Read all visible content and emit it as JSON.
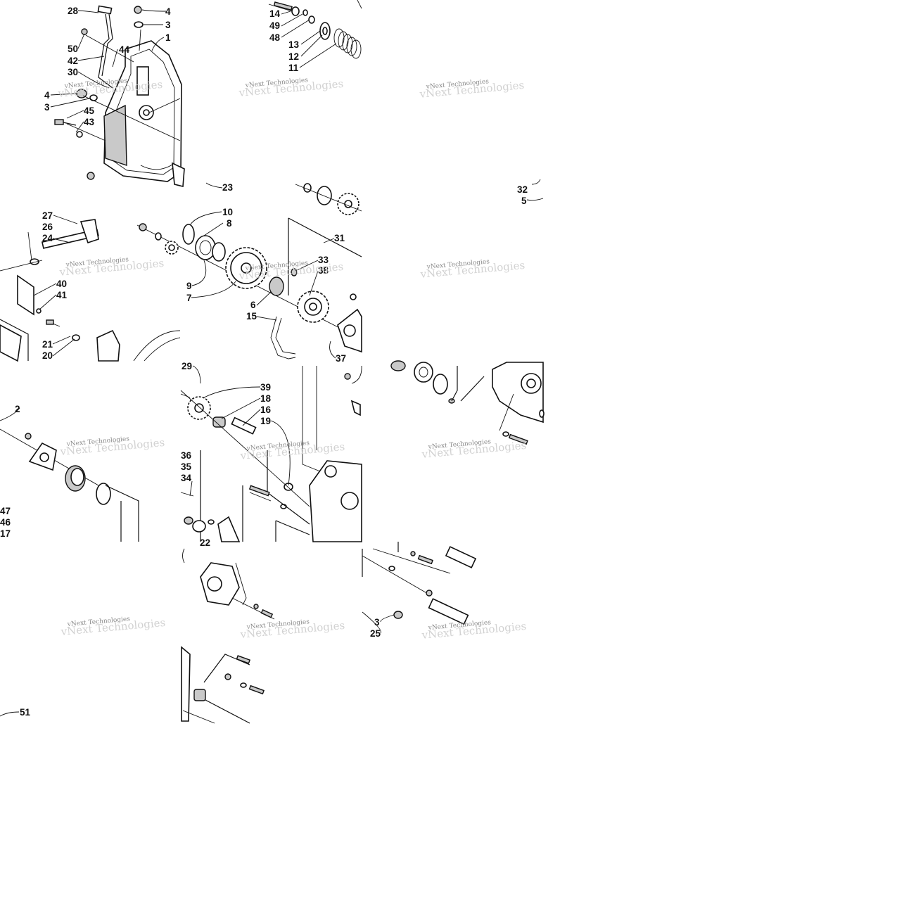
{
  "diagram": {
    "labels": [
      "28",
      "4",
      "3",
      "1",
      "50",
      "44",
      "42",
      "30",
      "4",
      "3",
      "45",
      "43",
      "14",
      "49",
      "48",
      "13",
      "12",
      "11",
      "23",
      "32",
      "5",
      "27",
      "26",
      "24",
      "10",
      "8",
      "9",
      "7",
      "33",
      "38",
      "31",
      "6",
      "15",
      "40",
      "41",
      "21",
      "20",
      "37",
      "29",
      "39",
      "18",
      "16",
      "19",
      "2",
      "36",
      "35",
      "34",
      "47",
      "46",
      "17",
      "22",
      "3",
      "25",
      "51"
    ],
    "watermark": "vNext Technologies"
  }
}
